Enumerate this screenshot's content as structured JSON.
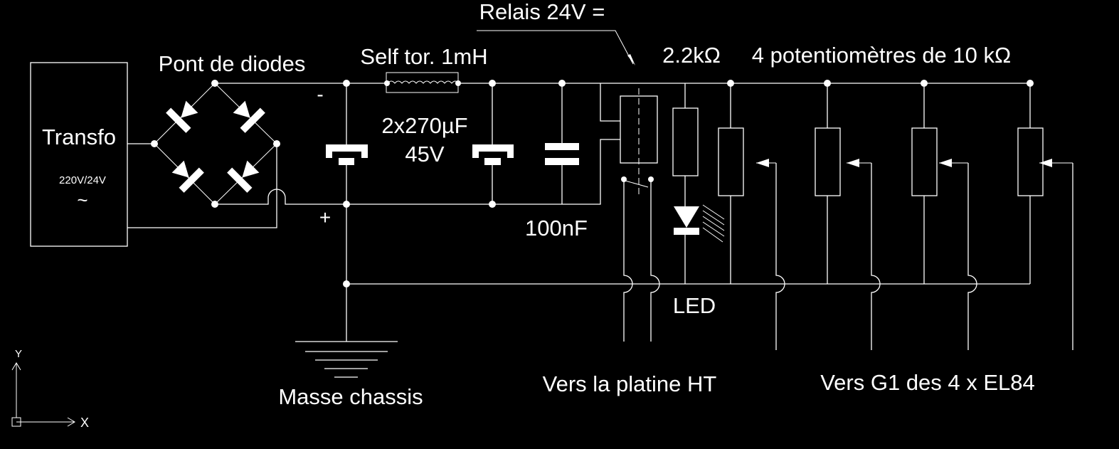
{
  "diagram": {
    "type": "circuit schematic",
    "background": "#000000",
    "foreground": "#ffffff",
    "labels": {
      "transformer": "Transfo",
      "transformer_rating": "220V/24V",
      "transformer_ac": "~",
      "bridge": "Pont de diodes",
      "minus": "-",
      "plus": "+",
      "choke": "Self tor. 1mH",
      "caps": "2x270µF",
      "caps_voltage": "45V",
      "cap_small": "100nF",
      "relay": "Relais 24V =",
      "resistor": "2.2kΩ",
      "pots": "4 potentiomètres de 10 kΩ",
      "led": "LED",
      "ground": "Masse chassis",
      "to_ht": "Vers la platine HT",
      "to_g1": "Vers G1 des 4 x EL84",
      "ucs_x": "X",
      "ucs_y": "Y"
    },
    "components": [
      {
        "id": "T1",
        "kind": "transformer",
        "value": "220V/24V"
      },
      {
        "id": "BR1",
        "kind": "diode-bridge",
        "diodes": 4
      },
      {
        "id": "C1",
        "kind": "electrolytic-capacitor",
        "value": "270µF 45V"
      },
      {
        "id": "L1",
        "kind": "toroidal-choke",
        "value": "1mH"
      },
      {
        "id": "C2",
        "kind": "electrolytic-capacitor",
        "value": "270µF 45V"
      },
      {
        "id": "C3",
        "kind": "capacitor",
        "value": "100nF"
      },
      {
        "id": "K1",
        "kind": "relay",
        "value": "24V DC"
      },
      {
        "id": "R1",
        "kind": "resistor",
        "value": "2.2kΩ"
      },
      {
        "id": "D1",
        "kind": "led"
      },
      {
        "id": "P1",
        "kind": "potentiometer",
        "value": "10kΩ"
      },
      {
        "id": "P2",
        "kind": "potentiometer",
        "value": "10kΩ"
      },
      {
        "id": "P3",
        "kind": "potentiometer",
        "value": "10kΩ"
      },
      {
        "id": "P4",
        "kind": "potentiometer",
        "value": "10kΩ"
      }
    ]
  }
}
